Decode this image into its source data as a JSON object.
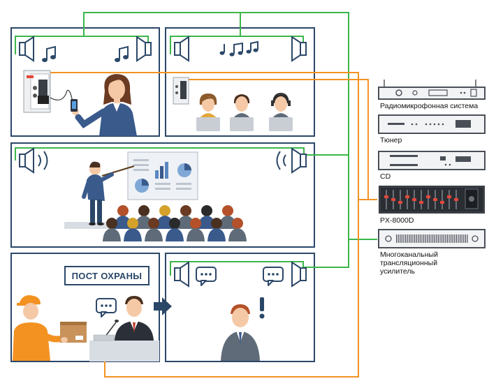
{
  "security_post": {
    "label": "ПОСТ ОХРАНЫ"
  },
  "devices": [
    {
      "label": "Радиомикрофонная система",
      "icon": "wireless-mic-receiver-icon"
    },
    {
      "label": "Тюнер",
      "icon": "tuner-icon"
    },
    {
      "label": "CD",
      "icon": "cd-player-icon"
    },
    {
      "label": "PX-8000D",
      "icon": "matrix-mixer-icon"
    },
    {
      "label": "Многоканальный трансляционный усилитель",
      "label_lines": [
        "Многоканальный",
        "трансляционный",
        "усилитель"
      ],
      "icon": "power-amplifier-icon"
    }
  ],
  "colors": {
    "frame": "#2b4768",
    "speaker_line": "#3cb64a",
    "control_line": "#f39221",
    "rack": "#4a4f57",
    "suit": "#3a5a8c",
    "skin": "#f5c9a6"
  }
}
